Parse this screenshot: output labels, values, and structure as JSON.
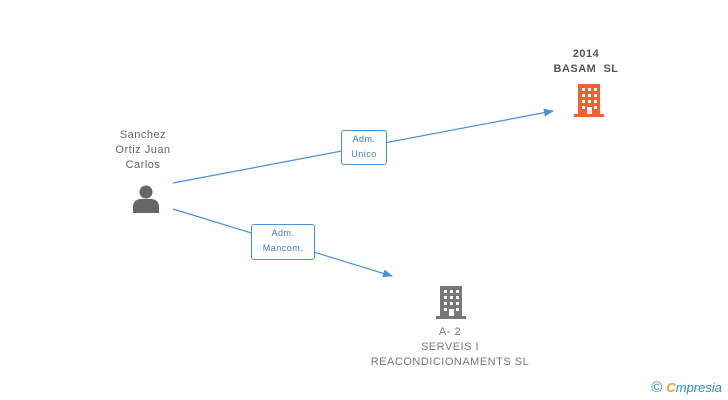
{
  "nodes": {
    "person": {
      "lines": [
        "Sanchez",
        "Ortiz Juan",
        "Carlos"
      ],
      "icon": "person-icon",
      "color": "#666666"
    },
    "company_basam": {
      "lines": [
        "2014",
        "BASAM  SL"
      ],
      "icon": "building-icon",
      "color": "#f06030"
    },
    "company_serveis": {
      "lines": [
        "A- 2",
        "SERVEIS I",
        "REACONDICIONAMENTS SL"
      ],
      "icon": "building-icon",
      "color": "#777777"
    }
  },
  "edges": [
    {
      "from": "person",
      "to": "company_basam",
      "label": [
        "Adm.",
        "Unico"
      ]
    },
    {
      "from": "person",
      "to": "company_serveis",
      "label": [
        "Adm.",
        "Mancom."
      ]
    }
  ],
  "colors": {
    "edge": "#4a90d9"
  },
  "watermark": {
    "symbol": "©",
    "brand_first": "C",
    "brand_rest": "mpresia"
  }
}
